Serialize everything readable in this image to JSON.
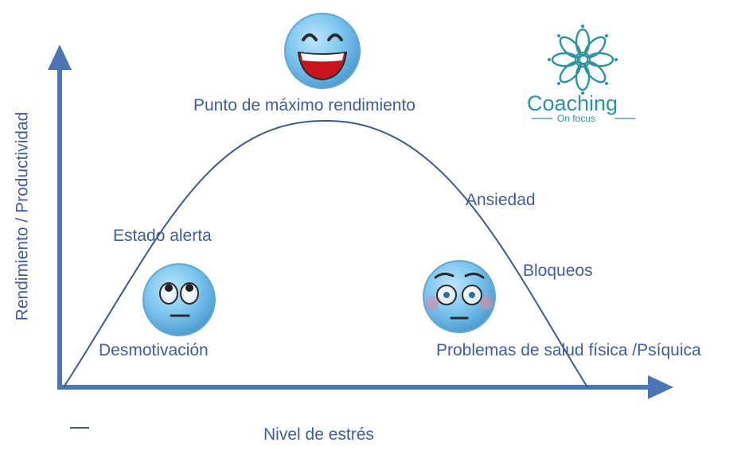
{
  "diagram": {
    "y_axis_label": "Rendimiento / Productividad",
    "x_axis_label": "Nivel de estrés",
    "peak_label": "Punto de máximo rendimiento",
    "left_labels": {
      "alert": "Estado alerta",
      "demotivation": "Desmotivación"
    },
    "right_labels": {
      "anxiety": "Ansiedad",
      "blocks": "Bloqueos",
      "health": "Problemas de salud física /Psíquica"
    },
    "faces": {
      "peak": "smiling-face-icon",
      "left": "bored-face-icon",
      "right": "worried-face-icon"
    }
  },
  "logo": {
    "name": "Coaching",
    "tagline": "On focus"
  },
  "colors": {
    "axis": "#4a77b4",
    "curve": "#3e5a88",
    "text": "#3d5f99",
    "face": "#7ec6ee",
    "logo": "#2a94a0"
  }
}
